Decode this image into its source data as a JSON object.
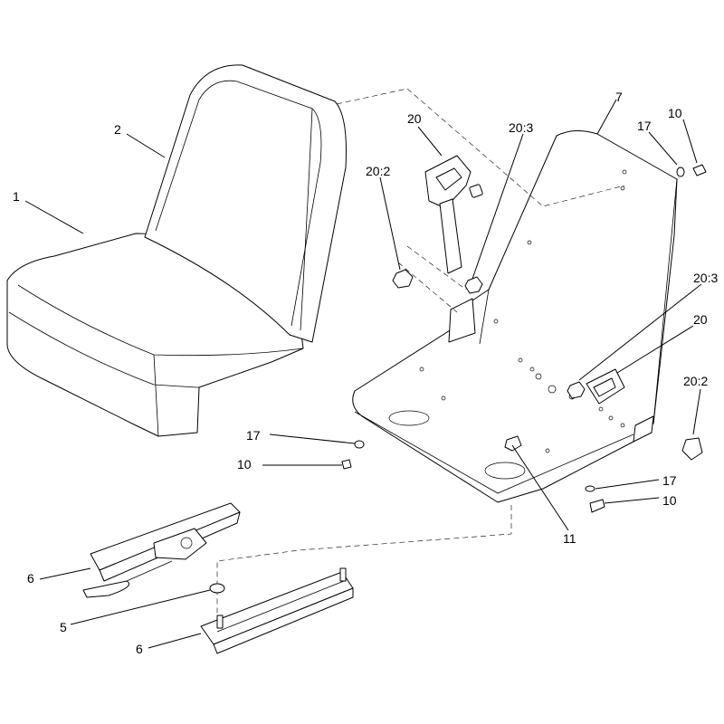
{
  "callouts": {
    "c1": "1",
    "c2": "2",
    "c7": "7",
    "c17a": "17",
    "c10a": "10",
    "c20a": "20",
    "c20_3a": "20:3",
    "c20_2a": "20:2",
    "c20_3b": "20:3",
    "c20b": "20",
    "c20_2b": "20:2",
    "c17b": "17",
    "c10b": "10",
    "c11": "11",
    "c17c": "17",
    "c10c": "10",
    "c6a": "6",
    "c5": "5",
    "c6b": "6"
  }
}
